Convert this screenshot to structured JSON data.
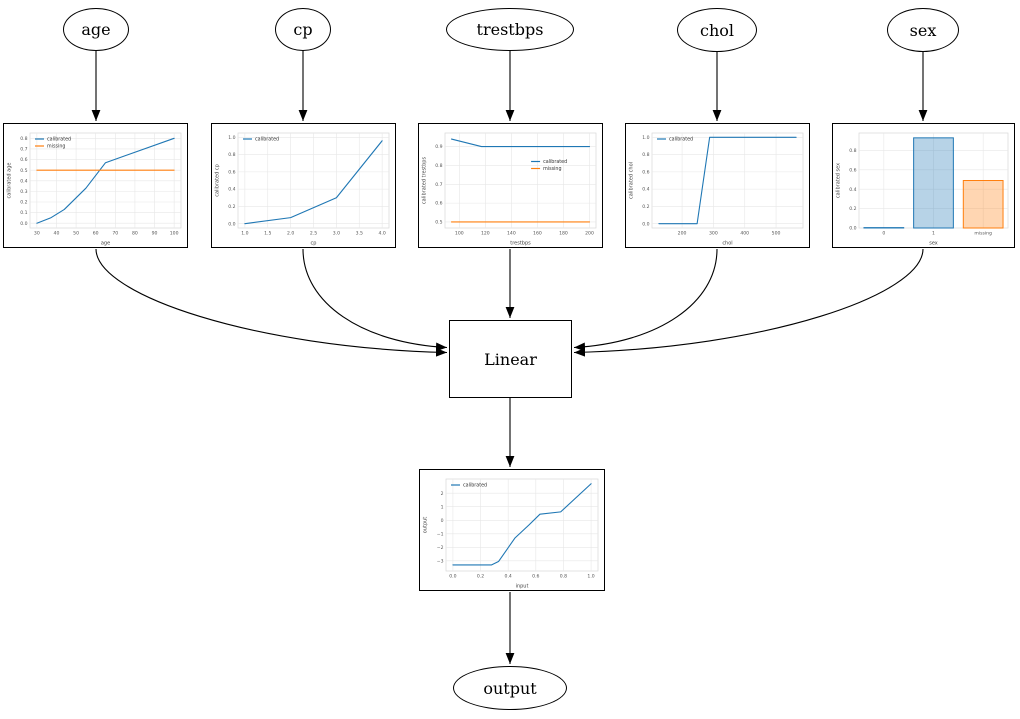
{
  "diagram": {
    "inputs": [
      {
        "id": "age",
        "label": "age"
      },
      {
        "id": "cp",
        "label": "cp"
      },
      {
        "id": "trestbps",
        "label": "trestbps"
      },
      {
        "id": "chol",
        "label": "chol"
      },
      {
        "id": "sex",
        "label": "sex"
      }
    ],
    "linear_label": "Linear",
    "output_label": "output",
    "colors": {
      "calibrated": "#1f77b4",
      "missing": "#ff7f0e",
      "edge": "#000000",
      "node_border": "#000000",
      "grid": "#e7e7e7"
    }
  },
  "chart_data": [
    {
      "id": "age-calibrator",
      "type": "line",
      "xlabel": "age",
      "ylabel": "calibrated age",
      "xlim": [
        26.5,
        103.5
      ],
      "ylim": [
        -0.045,
        0.85
      ],
      "xticks": [
        30,
        40,
        50,
        60,
        70,
        80,
        90,
        100
      ],
      "xtick_labels": [
        "30",
        "40",
        "50",
        "60",
        "70",
        "80",
        "90",
        "100"
      ],
      "yticks": [
        0,
        0.1,
        0.2,
        0.3,
        0.4,
        0.5,
        0.6,
        0.7,
        0.8
      ],
      "ytick_labels": [
        "0.0",
        "0.1",
        "0.2",
        "0.3",
        "0.4",
        "0.5",
        "0.6",
        "0.7",
        "0.8"
      ],
      "grid": true,
      "legend": {
        "position": "top-left",
        "entries": [
          {
            "label": "calibrated",
            "color": "#1f77b4"
          },
          {
            "label": "missing",
            "color": "#ff7f0e"
          }
        ]
      },
      "series": [
        {
          "name": "calibrated",
          "color": "#1f77b4",
          "points": [
            [
              30,
              0.0
            ],
            [
              37,
              0.05
            ],
            [
              44,
              0.13
            ],
            [
              55,
              0.33
            ],
            [
              65,
              0.57
            ],
            [
              100,
              0.8
            ]
          ]
        },
        {
          "name": "missing",
          "color": "#ff7f0e",
          "points": [
            [
              30,
              0.5
            ],
            [
              100,
              0.5
            ]
          ]
        }
      ]
    },
    {
      "id": "cp-calibrator",
      "type": "line",
      "xlabel": "cp",
      "ylabel": "calibrated cp",
      "xlim": [
        0.85,
        4.15
      ],
      "ylim": [
        -0.05,
        1.05
      ],
      "xticks": [
        1.0,
        1.5,
        2.0,
        2.5,
        3.0,
        3.5,
        4.0
      ],
      "xtick_labels": [
        "1.0",
        "1.5",
        "2.0",
        "2.5",
        "3.0",
        "3.5",
        "4.0"
      ],
      "yticks": [
        0,
        0.2,
        0.4,
        0.6,
        0.8,
        1.0
      ],
      "ytick_labels": [
        "0.0",
        "0.2",
        "0.4",
        "0.6",
        "0.8",
        "1.0"
      ],
      "grid": true,
      "legend": {
        "position": "top-left",
        "entries": [
          {
            "label": "calibrated",
            "color": "#1f77b4"
          }
        ]
      },
      "series": [
        {
          "name": "calibrated",
          "color": "#1f77b4",
          "points": [
            [
              1.0,
              0.0
            ],
            [
              2.0,
              0.07
            ],
            [
              3.0,
              0.3
            ],
            [
              4.0,
              0.96
            ]
          ]
        }
      ]
    },
    {
      "id": "trestbps-calibrator",
      "type": "line",
      "xlabel": "trestbps",
      "ylabel": "calibrated trestbps",
      "xlim": [
        89,
        205
      ],
      "ylim": [
        0.468,
        0.972
      ],
      "xticks": [
        100,
        120,
        140,
        160,
        180,
        200
      ],
      "xtick_labels": [
        "100",
        "120",
        "140",
        "160",
        "180",
        "200"
      ],
      "yticks": [
        0.5,
        0.6,
        0.7,
        0.8,
        0.9
      ],
      "ytick_labels": [
        "0.5",
        "0.6",
        "0.7",
        "0.8",
        "0.9"
      ],
      "grid": true,
      "legend": {
        "position": "right-center",
        "entries": [
          {
            "label": "calibrated",
            "color": "#1f77b4"
          },
          {
            "label": "missing",
            "color": "#ff7f0e"
          }
        ]
      },
      "series": [
        {
          "name": "calibrated",
          "color": "#1f77b4",
          "points": [
            [
              94,
              0.94
            ],
            [
              117,
              0.9
            ],
            [
              200,
              0.9
            ]
          ]
        },
        {
          "name": "missing",
          "color": "#ff7f0e",
          "points": [
            [
              94,
              0.5
            ],
            [
              200,
              0.5
            ]
          ]
        }
      ]
    },
    {
      "id": "chol-calibrator",
      "type": "line",
      "xlabel": "chol",
      "ylabel": "calibrated chol",
      "xlim": [
        104,
        586
      ],
      "ylim": [
        -0.05,
        1.05
      ],
      "xticks": [
        200,
        300,
        400,
        500
      ],
      "xtick_labels": [
        "200",
        "300",
        "400",
        "500"
      ],
      "yticks": [
        0,
        0.2,
        0.4,
        0.6,
        0.8,
        1.0
      ],
      "ytick_labels": [
        "0.0",
        "0.2",
        "0.4",
        "0.6",
        "0.8",
        "1.0"
      ],
      "grid": true,
      "legend": {
        "position": "top-left",
        "entries": [
          {
            "label": "calibrated",
            "color": "#1f77b4"
          }
        ]
      },
      "series": [
        {
          "name": "calibrated",
          "color": "#1f77b4",
          "points": [
            [
              126,
              0.0
            ],
            [
              248,
              0.0
            ],
            [
              288,
              1.0
            ],
            [
              564,
              1.0
            ]
          ]
        }
      ]
    },
    {
      "id": "sex-calibrator",
      "type": "bar",
      "xlabel": "sex",
      "ylabel": "calibrated sex",
      "categories": [
        "0",
        "1",
        "missing"
      ],
      "values": [
        0.004,
        0.93,
        0.49
      ],
      "bar_styles": [
        {
          "fill": "#1f77b4",
          "fill_opacity": 0.32,
          "stroke": "#1f77b4"
        },
        {
          "fill": "#1f77b4",
          "fill_opacity": 0.32,
          "stroke": "#1f77b4"
        },
        {
          "fill": "#ff7f0e",
          "fill_opacity": 0.32,
          "stroke": "#ff7f0e"
        }
      ],
      "ylim": [
        0,
        0.98
      ],
      "yticks": [
        0,
        0.2,
        0.4,
        0.6,
        0.8
      ],
      "ytick_labels": [
        "0.0",
        "0.2",
        "0.4",
        "0.6",
        "0.8"
      ],
      "grid": true,
      "legend": null
    },
    {
      "id": "output-function",
      "type": "line",
      "xlabel": "input",
      "ylabel": "output",
      "xlim": [
        -0.05,
        1.05
      ],
      "ylim": [
        -3.75,
        3.05
      ],
      "xticks": [
        0,
        0.2,
        0.4,
        0.6,
        0.8,
        1.0
      ],
      "xtick_labels": [
        "0.0",
        "0.2",
        "0.4",
        "0.6",
        "0.8",
        "1.0"
      ],
      "yticks": [
        -3,
        -2,
        -1,
        0,
        1,
        2
      ],
      "ytick_labels": [
        "−3",
        "−2",
        "−1",
        "0",
        "1",
        "2"
      ],
      "grid": true,
      "legend": {
        "position": "top-left",
        "entries": [
          {
            "label": "calibrated",
            "color": "#1f77b4"
          }
        ]
      },
      "series": [
        {
          "name": "calibrated",
          "color": "#1f77b4",
          "points": [
            [
              0.0,
              -3.3
            ],
            [
              0.28,
              -3.3
            ],
            [
              0.33,
              -3.05
            ],
            [
              0.45,
              -1.3
            ],
            [
              0.55,
              -0.35
            ],
            [
              0.63,
              0.45
            ],
            [
              0.78,
              0.62
            ],
            [
              1.0,
              2.7
            ]
          ]
        }
      ]
    }
  ]
}
